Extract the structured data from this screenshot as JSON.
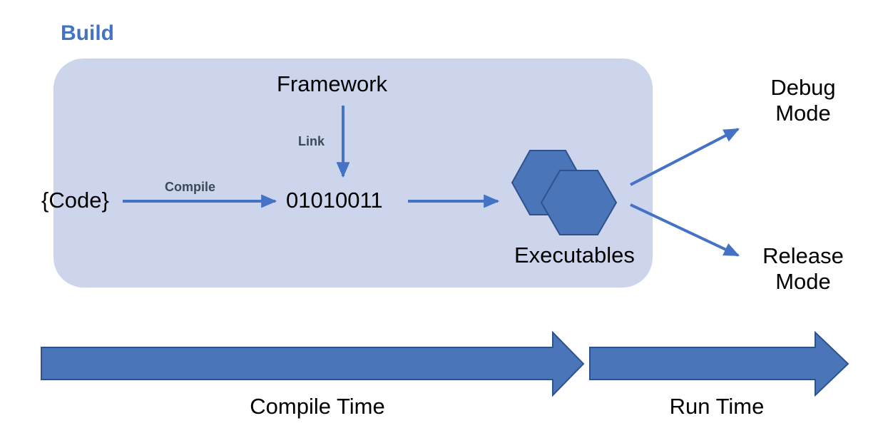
{
  "diagram": {
    "title": "Build",
    "build_group": {
      "label": "Build",
      "fill_color": "#ccd5ec",
      "nodes": {
        "code": "{Code}",
        "framework": "Framework",
        "binary": "01010011",
        "executables": "Executables"
      },
      "edges": {
        "compile": "Compile",
        "link": "Link"
      }
    },
    "outputs": {
      "debug": "Debug Mode",
      "debug_line1": "Debug",
      "debug_line2": "Mode",
      "release": "Release Mode",
      "release_line1": "Release",
      "release_line2": "Mode"
    },
    "timeline": {
      "compile_time": "Compile Time",
      "run_time": "Run Time"
    },
    "colors": {
      "accent_blue": "#4472c4",
      "shape_fill": "#4a75b9",
      "shape_stroke": "#2f528f",
      "group_fill": "#ccd5ec",
      "edge_label": "#3b4a57",
      "text": "#000000"
    },
    "icons": {
      "hex_back": "hexagon-shape",
      "hex_front": "hexagon-shape",
      "arrow_compile": "arrow-right-icon",
      "arrow_link": "arrow-down-icon",
      "arrow_to_executables": "arrow-right-icon",
      "arrow_debug": "arrow-up-right-icon",
      "arrow_release": "arrow-down-right-icon",
      "timeline_arrow_compile": "block-arrow-right-icon",
      "timeline_arrow_run": "block-arrow-right-icon"
    }
  }
}
